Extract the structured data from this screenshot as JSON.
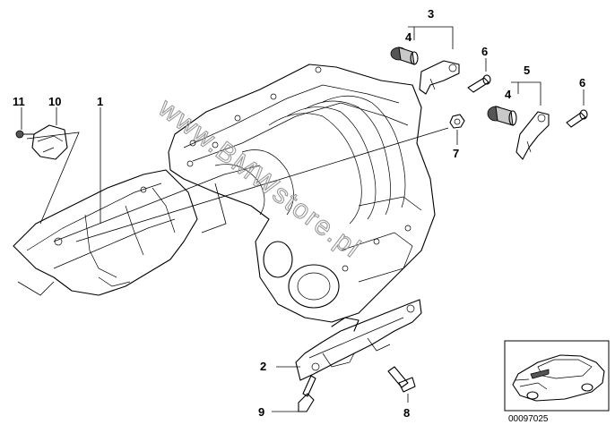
{
  "callouts": {
    "c1": "1",
    "c2": "2",
    "c3": "3",
    "c4a": "4",
    "c4b": "4",
    "c5": "5",
    "c6a": "6",
    "c6b": "6",
    "c7": "7",
    "c8": "8",
    "c9": "9",
    "c10": "10",
    "c11": "11"
  },
  "watermark": "www.BMWstore.pl",
  "thumbnail": {
    "ref_number": "00097025"
  }
}
